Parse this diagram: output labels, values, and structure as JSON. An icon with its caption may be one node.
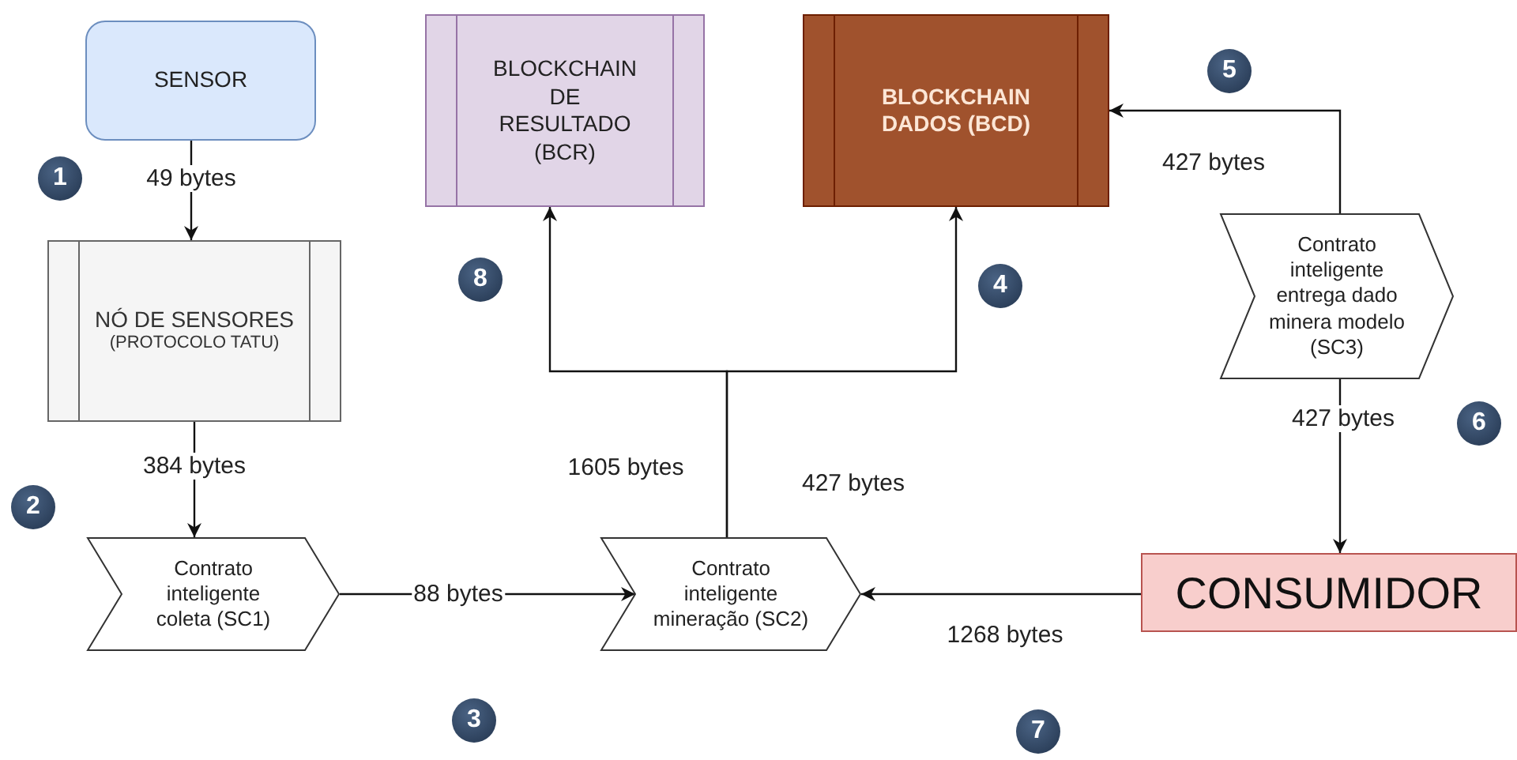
{
  "diagram": {
    "nodes": [
      {
        "text": [
          "SENSOR"
        ]
      },
      {
        "text": [
          "BLOCKCHAIN DE RESULTADO (BCR)"
        ]
      },
      {
        "text": [
          "BLOCKCHAIN DADOS (BCD)"
        ]
      },
      {
        "text": [
          "NÓ DE SENSORES",
          "(PROTOCOLO TATU)"
        ]
      },
      {
        "text": [
          "Contrato inteligente entrega dado minera modelo (SC3)"
        ]
      },
      {
        "text": [
          "Contrato inteligente coleta (SC1)"
        ]
      },
      {
        "text": [
          "Contrato inteligente mineração (SC2)"
        ]
      },
      {
        "text": [
          "CONSUMIDOR"
        ]
      }
    ],
    "edges": [
      {
        "from": 0,
        "to": 3,
        "arrow": "to",
        "label": "49 bytes"
      },
      {
        "from": 3,
        "to": 5,
        "arrow": "to",
        "label": "384 bytes"
      },
      {
        "from": 5,
        "to": 6,
        "arrow": "to",
        "label": "88 bytes"
      },
      {
        "from": 6,
        "to": 1,
        "arrow": "to",
        "label": "1605 bytes"
      },
      {
        "from": 6,
        "to": 2,
        "arrow": "to",
        "label": "427 bytes"
      },
      {
        "from": 4,
        "to": 2,
        "arrow": "to",
        "label": "427 bytes"
      },
      {
        "from": 4,
        "to": 7,
        "arrow": "to",
        "label": "427 bytes"
      },
      {
        "from": 7,
        "to": 6,
        "arrow": "to",
        "label": "1268 bytes"
      }
    ],
    "labels": [
      "5",
      "1",
      "8",
      "4",
      "6",
      "2",
      "3",
      "7"
    ]
  }
}
